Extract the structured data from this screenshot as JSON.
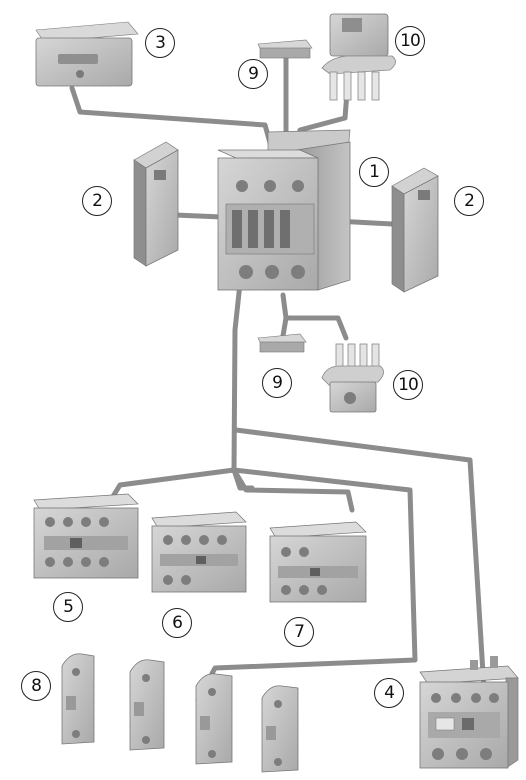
{
  "callouts": [
    {
      "id": "contactor",
      "text": "1"
    },
    {
      "id": "aux-side-left",
      "text": "2"
    },
    {
      "id": "aux-side-right",
      "text": "2"
    },
    {
      "id": "timer-module",
      "text": "3"
    },
    {
      "id": "overload-relay",
      "text": "4"
    },
    {
      "id": "aux-front-4pole",
      "text": "5"
    },
    {
      "id": "aux-front-2pole",
      "text": "6"
    },
    {
      "id": "aux-front-combo",
      "text": "7"
    },
    {
      "id": "aux-single-row",
      "text": "8"
    },
    {
      "id": "suppressor-top",
      "text": "9"
    },
    {
      "id": "suppressor-bottom",
      "text": "9"
    },
    {
      "id": "terminal-top",
      "text": "10"
    },
    {
      "id": "terminal-bottom",
      "text": "10"
    }
  ],
  "colors": {
    "component_body": "#b9b9b9",
    "component_dark": "#8a8a8a",
    "component_light": "#d8d8d8",
    "connector_line": "#8c8c8c",
    "label_ring": "#222222"
  }
}
